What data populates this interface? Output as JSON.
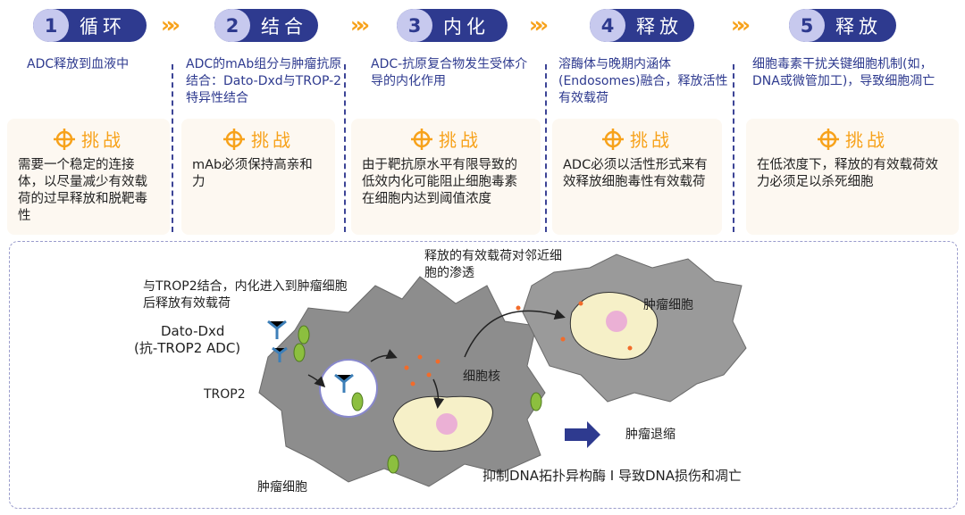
{
  "steps": [
    {
      "num": "1",
      "title": "循环",
      "desc": "ADC释放到血液中",
      "challenge_label": "挑战",
      "challenge": "需要一个稳定的连接体，以尽量减少有效载荷的过早释放和脱靶毒性"
    },
    {
      "num": "2",
      "title": "结合",
      "desc": "ADC的mAb组分与肿瘤抗原结合：Dato-Dxd与TROP-2特异性结合",
      "challenge_label": "挑战",
      "challenge": "mAb必须保持高亲和力"
    },
    {
      "num": "3",
      "title": "内化",
      "desc": "ADC-抗原复合物发生受体介导的内化作用",
      "challenge_label": "挑战",
      "challenge": "由于靶抗原水平有限导致的低效内化可能阻止细胞毒素在细胞内达到阈值浓度"
    },
    {
      "num": "4",
      "title": "释放",
      "desc": "溶酶体与晚期内涵体(Endosomes)融合，释放活性有效载荷",
      "challenge_label": "挑战",
      "challenge": "ADC必须以活性形式来有效释放细胞毒性有效载荷"
    },
    {
      "num": "5",
      "title": "释放",
      "desc": "细胞毒素干扰关键细胞机制(如，DNA或微管加工)，导致细胞凋亡",
      "challenge_label": "挑战",
      "challenge": "在低浓度下，释放的有效载荷效力必须足以杀死细胞"
    }
  ],
  "arrow_glyph": "»»",
  "diagram": {
    "binding_note": "与TROP2结合，内化进入到肿瘤细胞后释放有效载荷",
    "drug_name": "Dato-Dxd",
    "drug_desc": "(抗-TROP2 ADC)",
    "receptor": "TROP2",
    "bystander": "释放的有效载荷对邻近细胞的渗透",
    "tumor_cell_right": "肿瘤细胞",
    "nucleus": "细胞核",
    "regression": "肿瘤退缩",
    "mechanism": "抑制DNA拓扑异构酶 I 导致DNA损伤和凋亡",
    "tumor_cell_left": "肿瘤细胞"
  },
  "colors": {
    "navy": "#2e3a8f",
    "orange": "#f7a21b",
    "pill_light": "#c7c9ee",
    "box_bg": "#fdf8f1"
  }
}
